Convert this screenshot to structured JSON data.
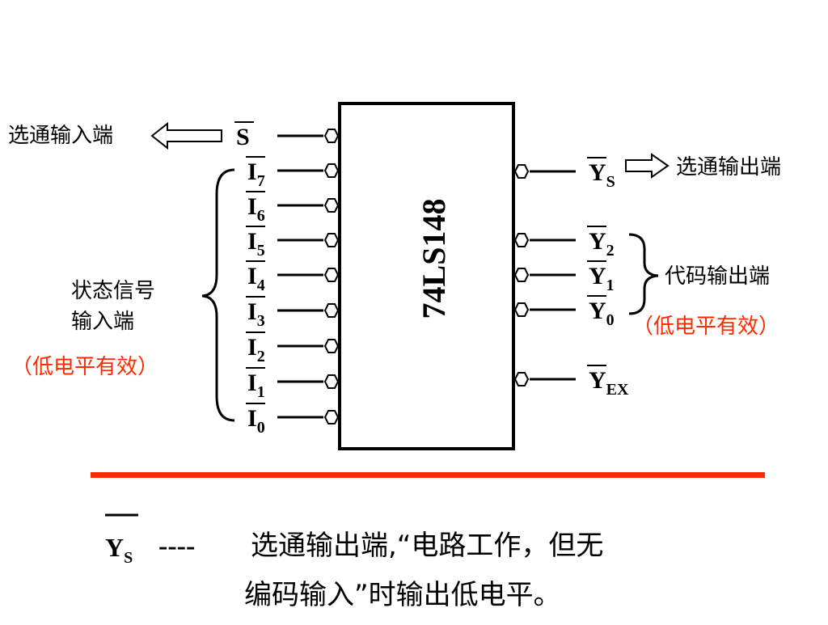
{
  "chip": {
    "name": "74LS148"
  },
  "labels": {
    "strobe_input": "选通输入端",
    "status_input_line1": "状态信号",
    "status_input_line2": "输入端",
    "active_low_left": "（低电平有效）",
    "strobe_output": "选通输出端",
    "code_output": "代码输出端",
    "active_low_right": "（低电平有效）"
  },
  "inputs": [
    {
      "main": "S",
      "sub": ""
    },
    {
      "main": "I",
      "sub": "7"
    },
    {
      "main": "I",
      "sub": "6"
    },
    {
      "main": "I",
      "sub": "5"
    },
    {
      "main": "I",
      "sub": "4"
    },
    {
      "main": "I",
      "sub": "3"
    },
    {
      "main": "I",
      "sub": "2"
    },
    {
      "main": "I",
      "sub": "1"
    },
    {
      "main": "I",
      "sub": "0"
    }
  ],
  "outputs": [
    {
      "main": "Y",
      "sub": "S"
    },
    {
      "main": "Y",
      "sub": "2"
    },
    {
      "main": "Y",
      "sub": "1"
    },
    {
      "main": "Y",
      "sub": "0"
    },
    {
      "main": "Y",
      "sub": "EX"
    }
  ],
  "note": {
    "symbol_main": "Y",
    "symbol_sub": "S",
    "dashes": "----",
    "line1": "选通输出端,“电路工作，但无",
    "line2": "编码输入”时输出低电平。"
  },
  "colors": {
    "accent_red": "#ff2a00",
    "line": "#000000"
  }
}
